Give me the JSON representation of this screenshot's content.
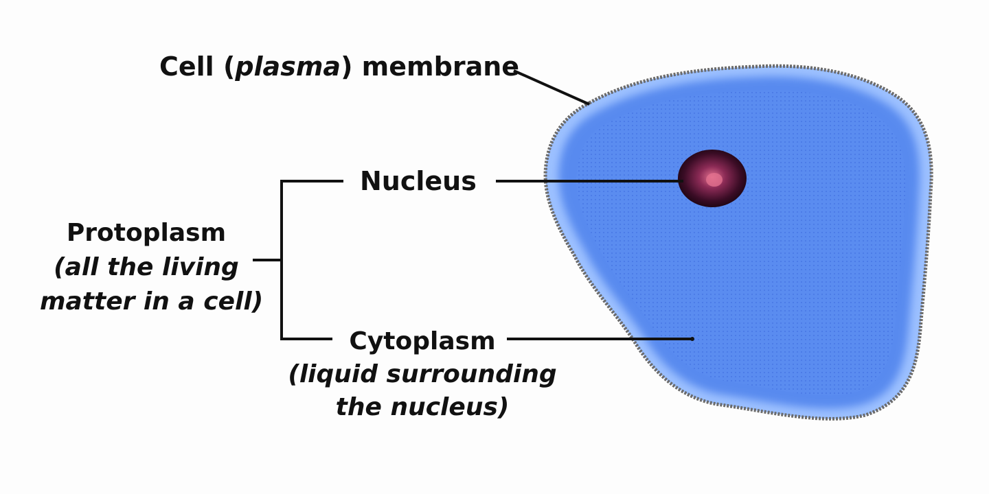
{
  "labels": {
    "membrane": {
      "prefix": "Cell ",
      "open_paren": "(",
      "italic": "plasma",
      "close_paren": ")",
      "suffix": " membrane"
    },
    "nucleus": "Nucleus",
    "protoplasm": {
      "title": "Protoplasm",
      "line1": "(all the living",
      "line2": "matter in a cell)"
    },
    "cytoplasm": {
      "title": "Cytoplasm",
      "line1": "(liquid surrounding",
      "line2": "the nucleus)"
    }
  },
  "colors": {
    "cytoplasm_fill": "#5a8cf0",
    "cytoplasm_edge": "#9cc0ff",
    "membrane_outline": "#6b6b6b",
    "nucleus_outer": "#2a0a1a",
    "nucleus_inner": "#c0406a",
    "leader_line": "#111111",
    "background": "#fdfdfd"
  }
}
